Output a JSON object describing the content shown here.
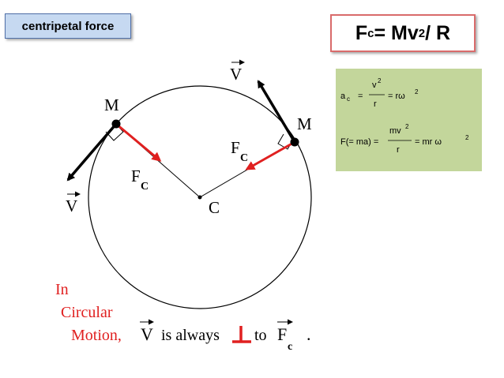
{
  "tag": {
    "text": "centripetal force"
  },
  "formula": {
    "lhs": "F",
    "lhs_sub": "c",
    "eq": " = Mv",
    "sup": "2",
    "rest": " / R"
  },
  "equations": {
    "eq1": {
      "lhs": "a",
      "lhs_sub": "c",
      "num": "v",
      "num_sup": "2",
      "den": "r",
      "rhs": "= rω",
      "rhs_sup": "2"
    },
    "eq2": {
      "lhs": "F(= ma) =",
      "num": "mv",
      "num_sup": "2",
      "den": "r",
      "rhs": "= mr ω",
      "rhs_sup": "2"
    }
  },
  "diagram": {
    "mass_label": "M",
    "center_label": "C",
    "velocity_label": "V",
    "force_label": "F",
    "force_sub": "C"
  },
  "caption": {
    "line1": "In",
    "line2": "Circular",
    "line3": "Motion,",
    "v": "V",
    "mid": "is always",
    "to": "to",
    "f": "F",
    "f_sub": "c",
    "period": "."
  },
  "colors": {
    "force_arrow": "#e02020",
    "caption_red": "#e02020",
    "panel_green": "#c3d69b"
  }
}
